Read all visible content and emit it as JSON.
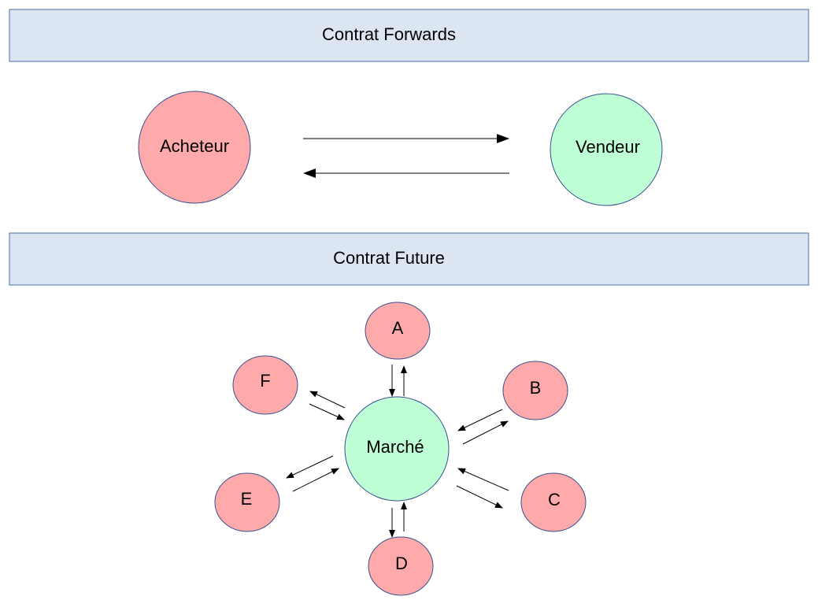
{
  "sections": {
    "forwards_title": "Contrat Forwards",
    "future_title": "Contrat Future"
  },
  "forwards": {
    "buyer": "Acheteur",
    "seller": "Vendeur"
  },
  "future": {
    "market": "Marché",
    "participants": {
      "a": "A",
      "b": "B",
      "c": "C",
      "d": "D",
      "e": "E",
      "f": "F"
    }
  },
  "colors": {
    "banner_fill": "#dce6f2",
    "banner_stroke": "#4a6fa5",
    "party_fill": "#ffaaaa",
    "market_fill": "#bfffd6",
    "node_stroke": "#3a4f8f",
    "arrow": "#000000"
  }
}
